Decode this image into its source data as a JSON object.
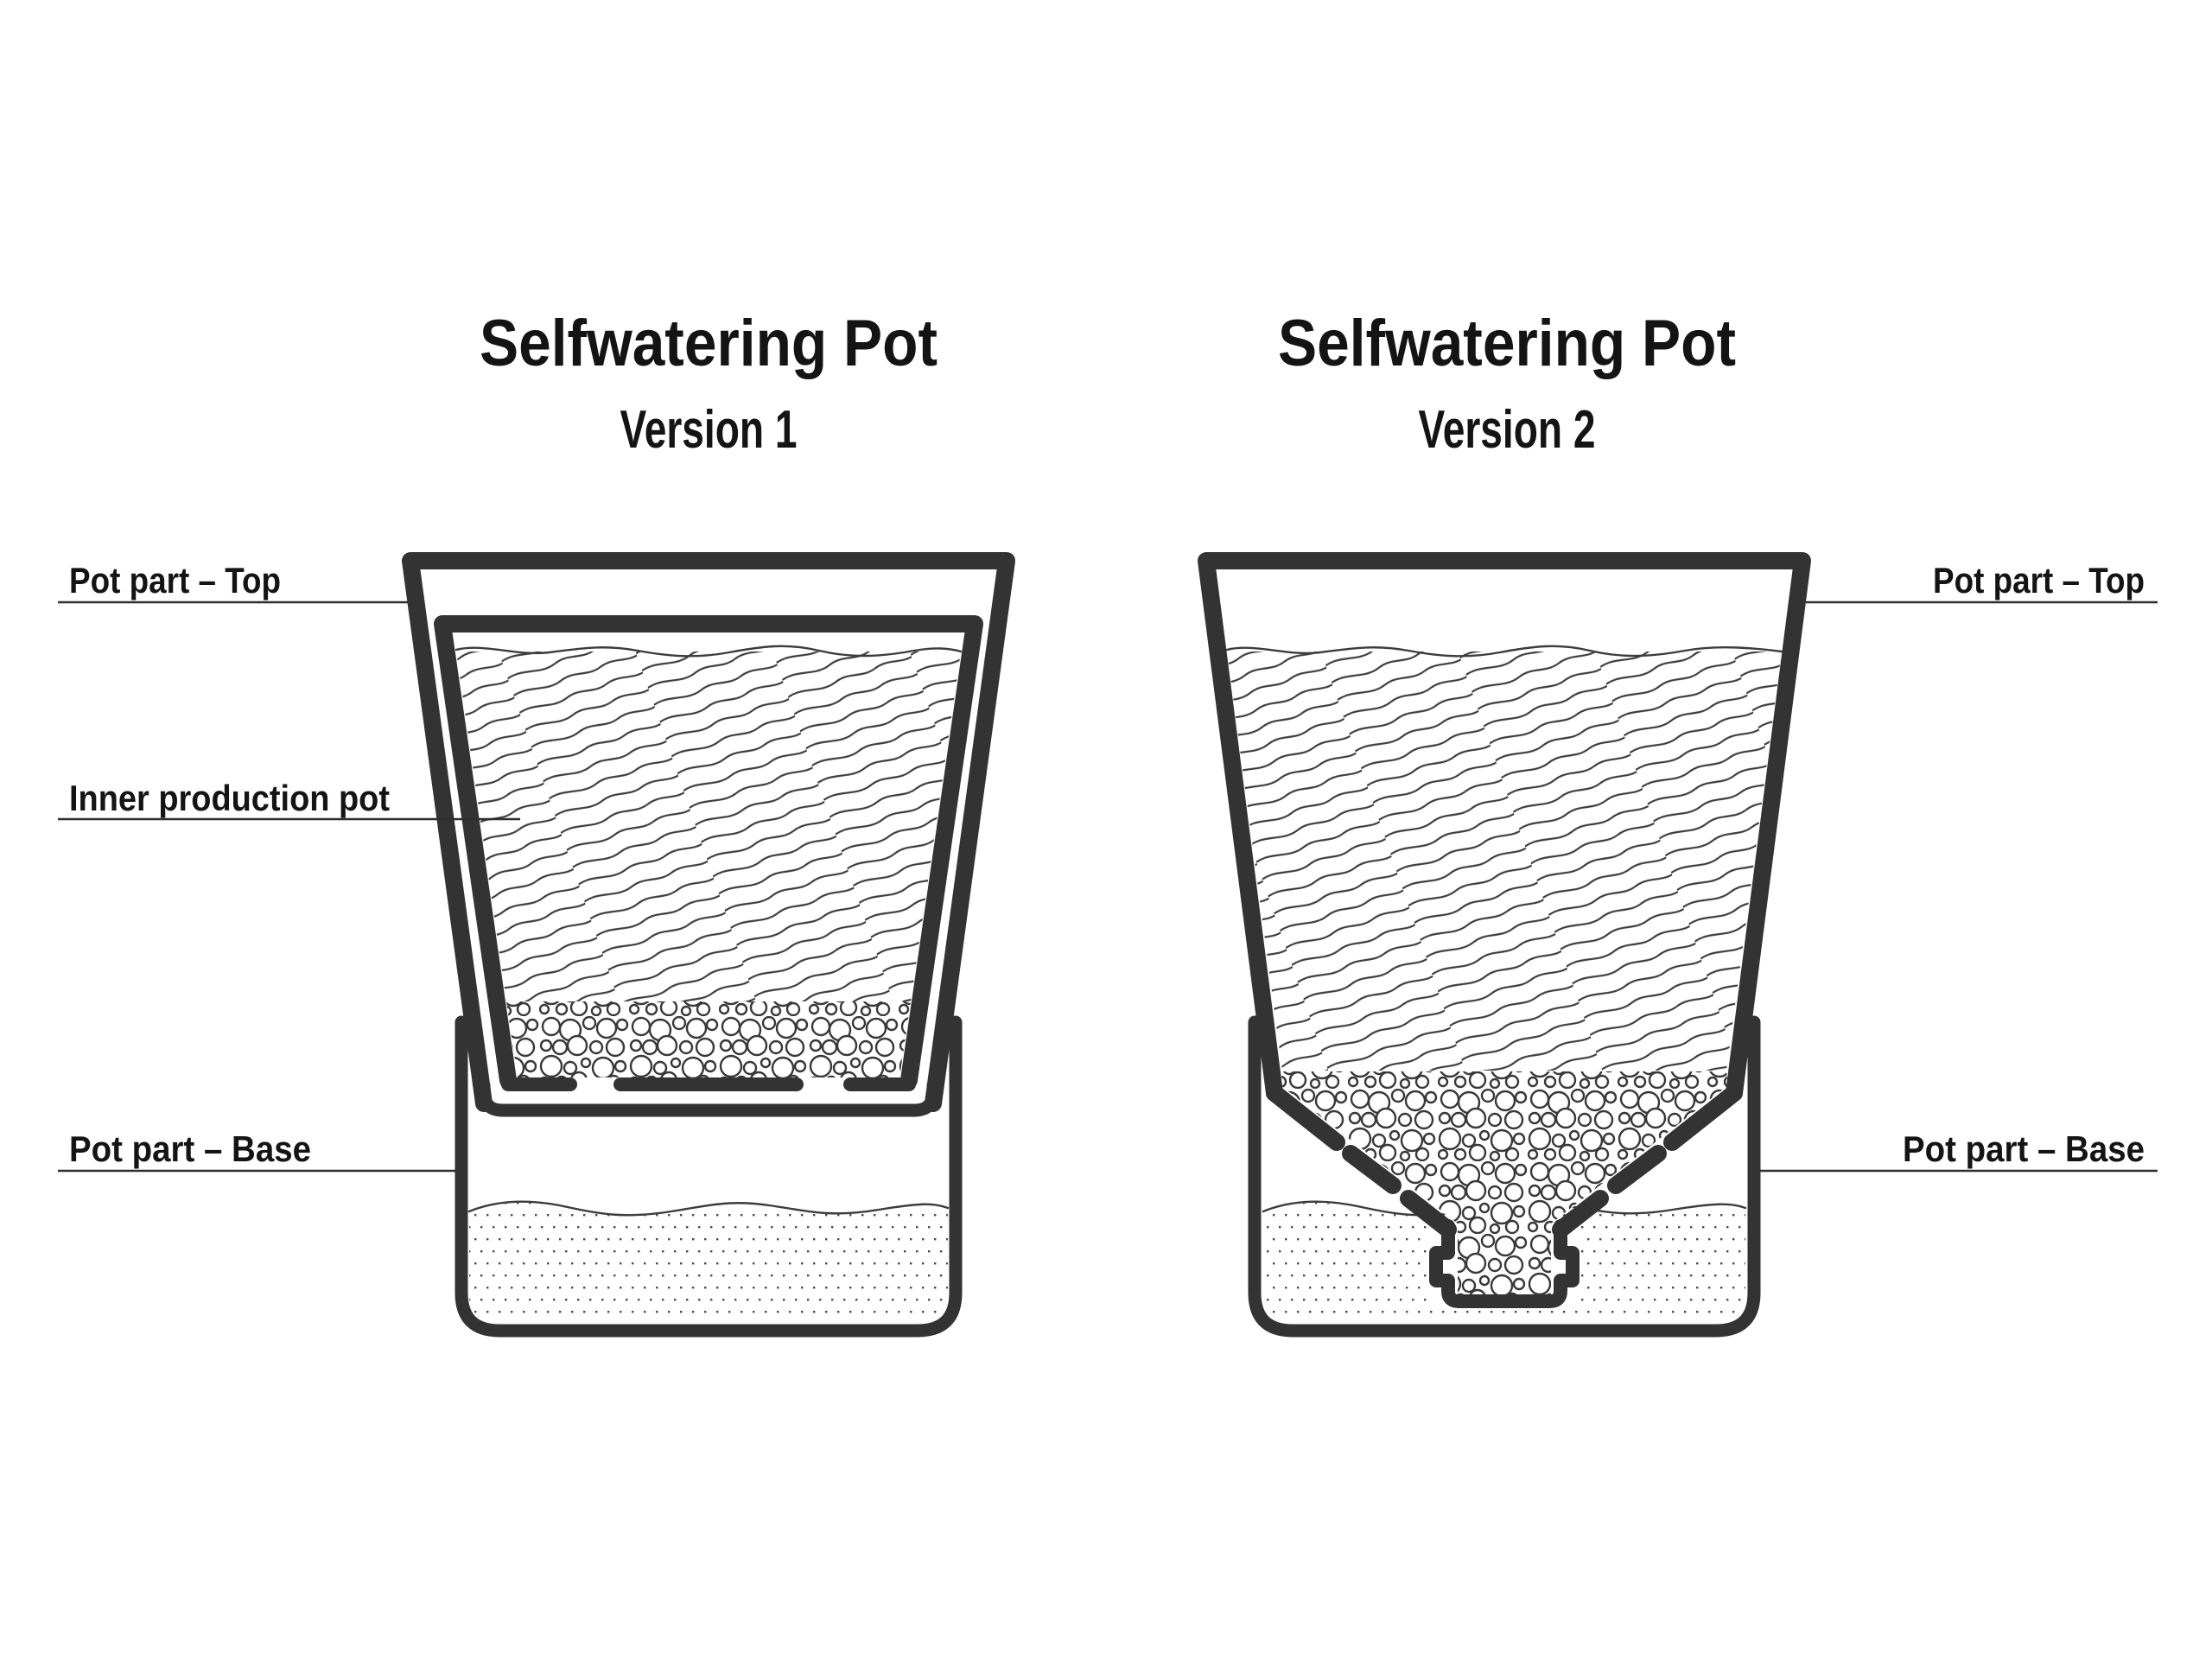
{
  "page": {
    "background": "#ffffff",
    "ink_color": "#333333",
    "line_color": "#3c3c3c",
    "text_color": "#141414"
  },
  "diagrams": [
    {
      "title": "Selfwatering Pot",
      "version": "Version 1",
      "labels": {
        "pot_top": "Pot part – Top",
        "inner_pot": "Inner production pot",
        "pot_base": "Pot part – Base"
      }
    },
    {
      "title": "Selfwatering Pot",
      "version": "Version 2",
      "labels": {
        "pot_top": "Pot part – Top",
        "pot_base": "Pot part – Base"
      }
    }
  ]
}
